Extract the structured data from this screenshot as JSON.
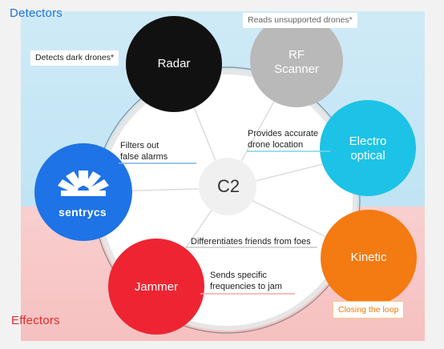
{
  "sections": {
    "detectors": "Detectors",
    "effectors": "Effectors"
  },
  "center": {
    "label": "C2"
  },
  "nodes": {
    "radar": {
      "label": "Radar",
      "color": "#111111"
    },
    "rf_scanner": {
      "label_line1": "RF",
      "label_line2": "Scanner",
      "color": "#b9b9b9"
    },
    "electro_optical": {
      "label_line1": "Electro",
      "label_line2": "optical",
      "color": "#1cc3e6"
    },
    "kinetic": {
      "label": "Kinetic",
      "color": "#f47a12"
    },
    "jammer": {
      "label": "Jammer",
      "color": "#ee2432"
    },
    "sentrycs": {
      "label": "sentrycs",
      "color": "#1e73e6",
      "icon": "sentrycs-logo-icon"
    }
  },
  "callouts": {
    "detects_dark": "Detects dark drones*",
    "reads_unsupported": "Reads unsupported drones*",
    "provides_location_1": "Provides accurate",
    "provides_location_2": "drone location",
    "filters_1": "Filters out",
    "filters_2": "false alarms",
    "differentiates": "Differentiates friends from foes",
    "sends_1": "Sends specific",
    "sends_2": "frequencies to jam",
    "closing_loop": "Closing the loop"
  }
}
